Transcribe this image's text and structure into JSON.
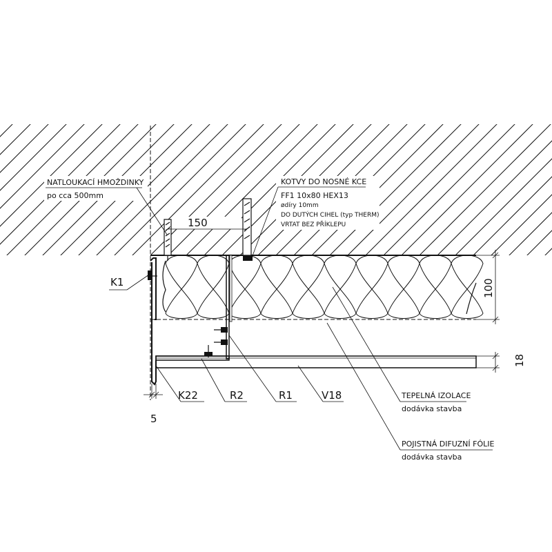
{
  "labels": {
    "natloukaci_title": "NATLOUKACÍ HMOŽDINKY",
    "natloukaci_sub": "po cca 500mm",
    "kotvy_title": "KOTVY DO NOSNÉ KCE",
    "kotvy_line1": "FF1 10x80 HEX13",
    "kotvy_line2": "ødíry 10mm",
    "kotvy_line3": "DO DUTÝCH CIHEL (typ THERM)",
    "kotvy_line4": "VRTAT BEZ PŘÍKLEPU",
    "k1": "K1",
    "k22": "K22",
    "r2": "R2",
    "r1": "R1",
    "v18": "V18",
    "tepelna_title": "TEPELNÁ IZOLACE",
    "tepelna_sub": "dodávka stavba",
    "pojistna_title": "POJISTNÁ DIFUZNÍ FÓLIE",
    "pojistna_sub": "dodávka stavba"
  },
  "dimensions": {
    "d150": "150",
    "d100": "100",
    "d18": "18",
    "d5": "5"
  }
}
